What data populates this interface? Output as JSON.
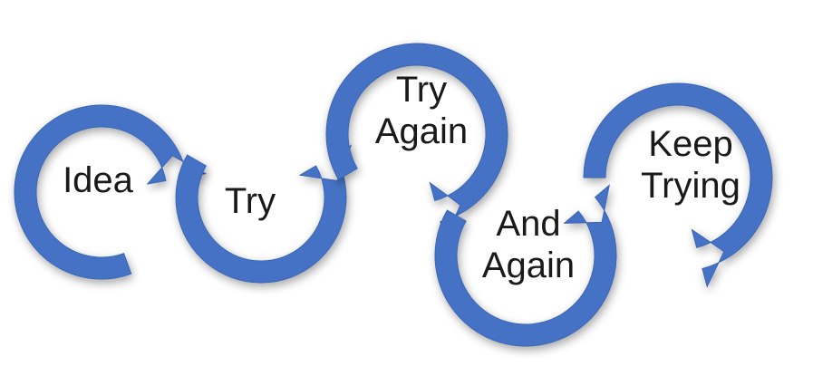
{
  "diagram": {
    "arrow_color": "#4472C4",
    "stages": [
      {
        "lines": [
          "Idea"
        ]
      },
      {
        "lines": [
          "Try"
        ]
      },
      {
        "lines": [
          "Try",
          "Again"
        ]
      },
      {
        "lines": [
          "And",
          "Again"
        ]
      },
      {
        "lines": [
          "Keep",
          "Trying"
        ]
      }
    ]
  }
}
